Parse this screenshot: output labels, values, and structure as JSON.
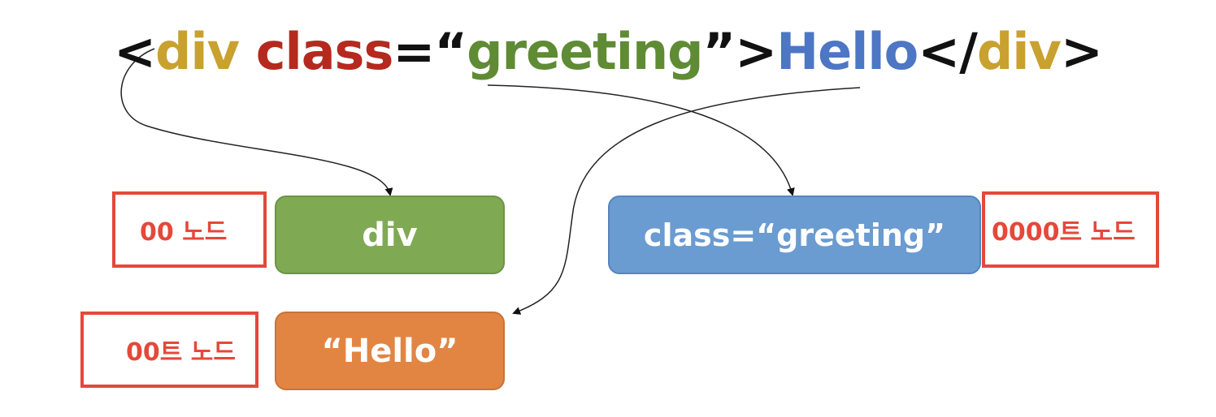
{
  "code": {
    "open_bracket": "<",
    "tag_name": "div",
    "space": " ",
    "attr_name": "class",
    "equals": "=",
    "open_quote": "“",
    "attr_value": "greeting",
    "close_quote": "”",
    "close_bracket": ">",
    "text": "Hello",
    "end_open": "</",
    "end_tag_name": "div",
    "end_close": ">"
  },
  "nodes": {
    "element": "div",
    "attribute": "class=“greeting”",
    "text": "“Hello”"
  },
  "labels": {
    "element": "00 노드",
    "attribute": "0000트 노드",
    "text": "00트 노드"
  },
  "colors": {
    "bracket": "#111111",
    "tag": "#c9a12f",
    "attr_name": "#b5291f",
    "attr_value": "#5f8b35",
    "text": "#4d76c4",
    "element_node": "#7faa53",
    "attribute_node": "#6a9bd1",
    "text_node": "#e28543",
    "label": "#e5483a"
  }
}
